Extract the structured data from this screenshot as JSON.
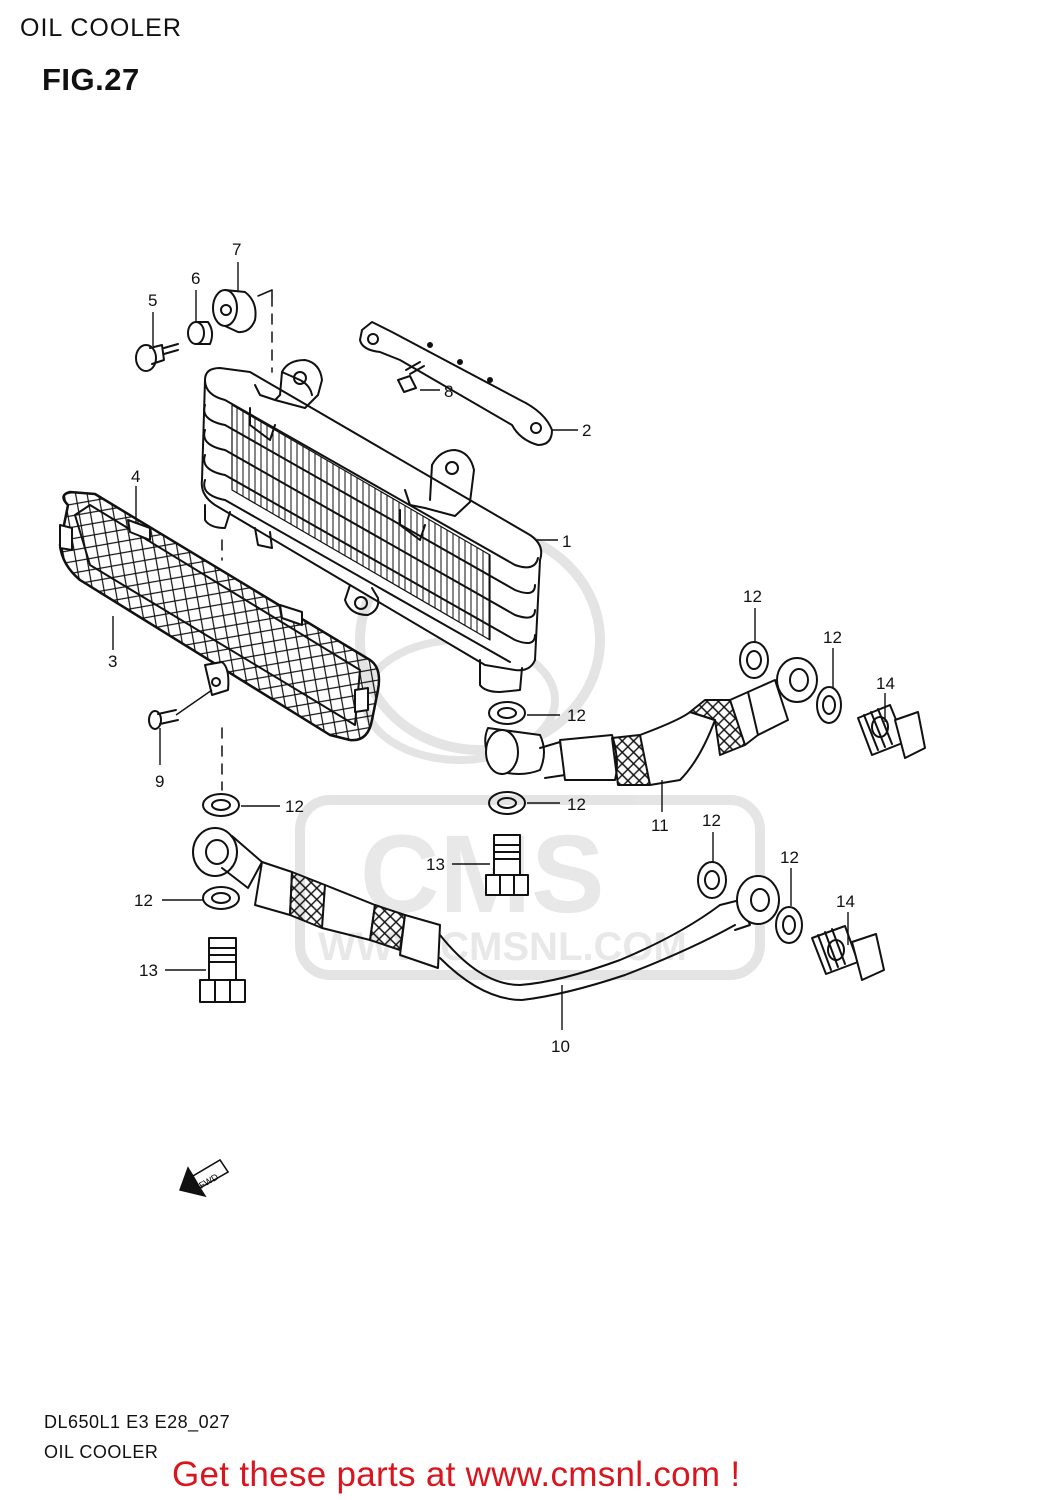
{
  "header": {
    "section_title": "OIL COOLER",
    "figure_number": "FIG.27"
  },
  "watermark": {
    "brand": "CMS",
    "site": "WWW.CMSNL.COM"
  },
  "diagram": {
    "direction_badge": "FWD",
    "callouts": [
      "1",
      "2",
      "3",
      "4",
      "5",
      "6",
      "7",
      "8",
      "9",
      "10",
      "11",
      "12",
      "13",
      "14"
    ],
    "callout_instances": {
      "c1": "1",
      "c2": "2",
      "c3": "3",
      "c4": "4",
      "c5": "5",
      "c6": "6",
      "c7": "7",
      "c8": "8",
      "c9": "9",
      "c10": "10",
      "c11": "11",
      "c12a": "12",
      "c12b": "12",
      "c12c": "12",
      "c12d": "12",
      "c12e": "12",
      "c12f": "12",
      "c12g": "12",
      "c13a": "13",
      "c13b": "13",
      "c14a": "14",
      "c14b": "14"
    }
  },
  "footer": {
    "model_code": "DL650L1 E3 E28_027",
    "caption": "OIL COOLER",
    "promo_text": "Get these parts at www.cmsnl.com !"
  },
  "colors": {
    "line_art": "#111111",
    "watermark": "#d9d9d9",
    "promo": "#d9161d"
  }
}
